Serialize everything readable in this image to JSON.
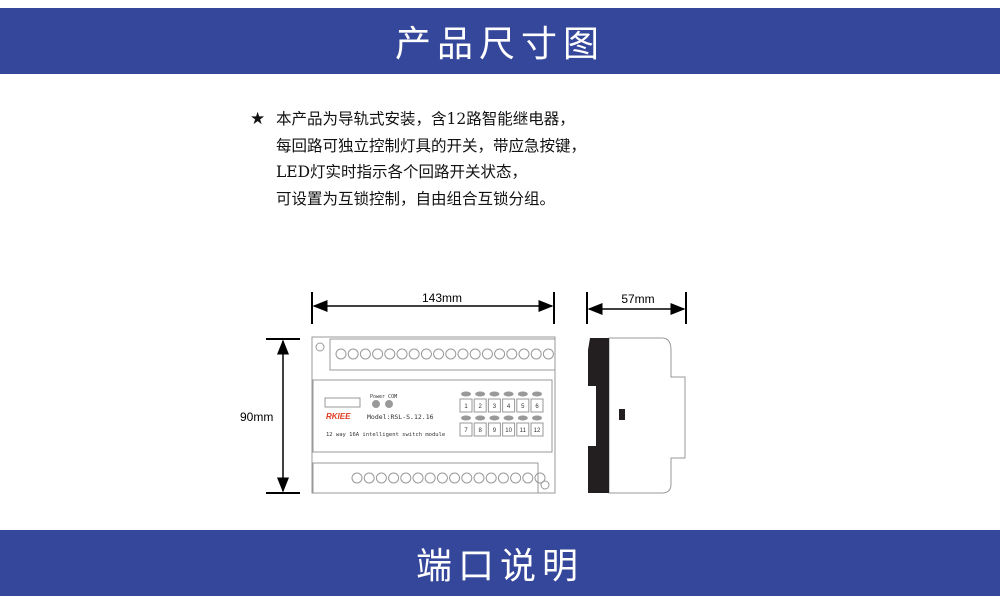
{
  "header": {
    "title": "产品尺寸图"
  },
  "description": {
    "bullet_icon": "star-icon",
    "lines": [
      "本产品为导轨式安装，含12路智能继电器，",
      "每回路可独立控制灯具的开关，带应急按键，",
      "LED灯实时指示各个回路开关状态，",
      "可设置为互锁控制，自由组合互锁分组。"
    ]
  },
  "dimensions": {
    "width": "143mm",
    "depth": "57mm",
    "height": "90mm"
  },
  "device": {
    "brand": "RKIEE",
    "model": "Model:RSL-S.12.16",
    "indicator_label": "Power COM",
    "subtitle": "12 way 16A intelligent switch module",
    "buttons": [
      "1",
      "2",
      "3",
      "4",
      "5",
      "6",
      "7",
      "8",
      "9",
      "10",
      "11",
      "12"
    ]
  },
  "footer": {
    "title": "端口说明"
  },
  "colors": {
    "banner": "#35479a",
    "brand": "#e03a1e"
  }
}
